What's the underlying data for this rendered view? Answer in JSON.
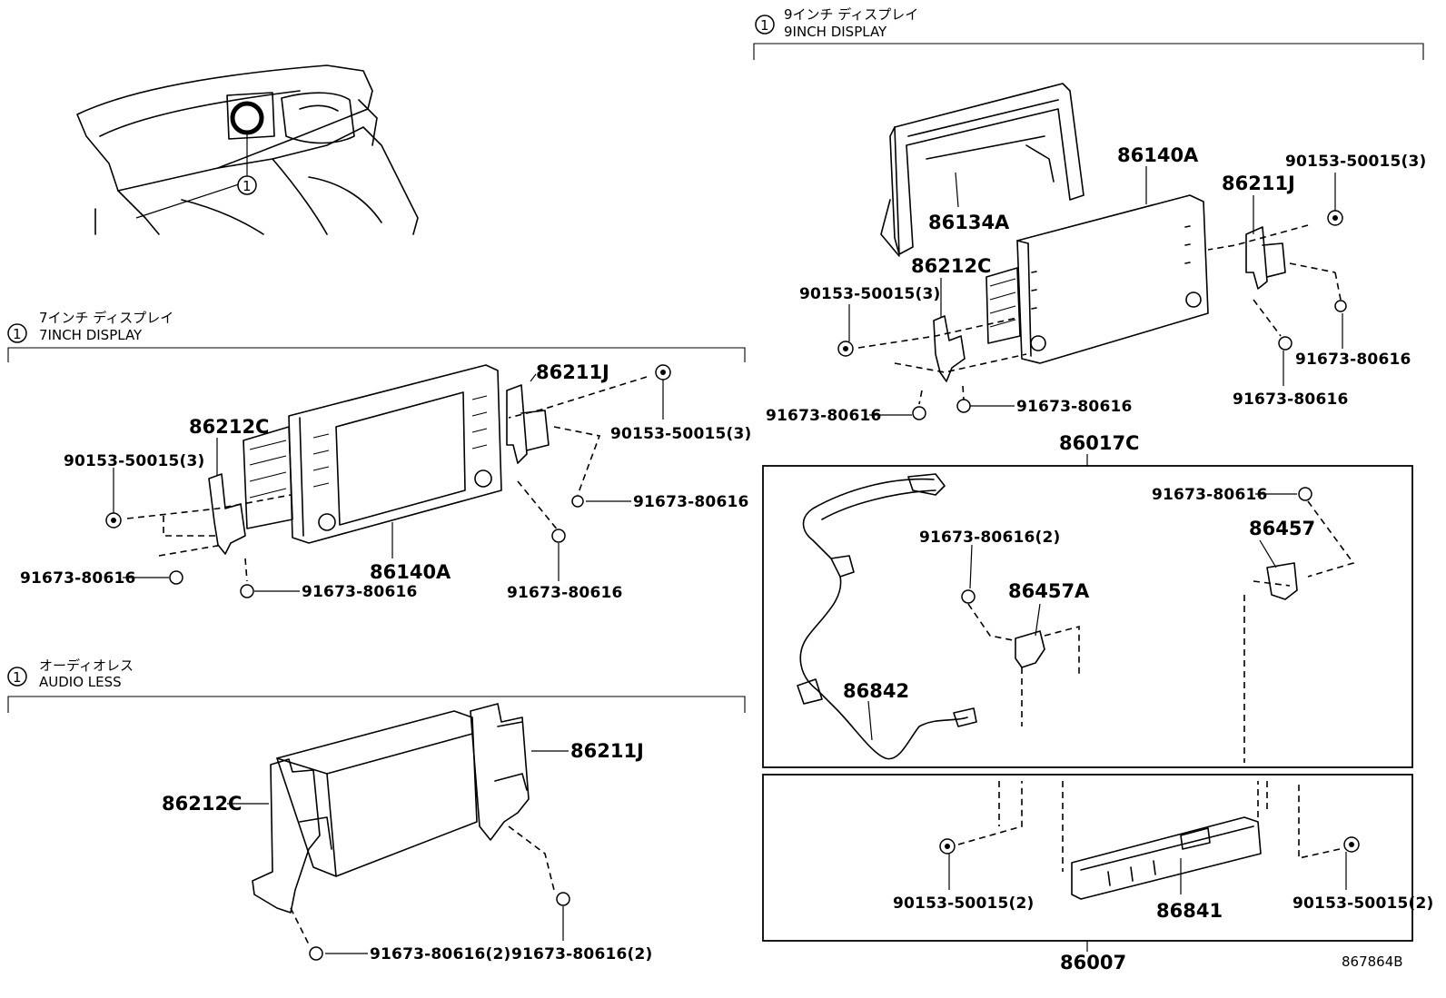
{
  "sections": {
    "display9": {
      "marker": "1",
      "title_ja": "9インチ ディスプレイ",
      "title_en": "9INCH DISPLAY"
    },
    "display7": {
      "marker": "1",
      "title_ja": "7インチ ディスプレイ",
      "title_en": "7INCH DISPLAY"
    },
    "audioless": {
      "marker": "1",
      "title_ja": "オーディオレス",
      "title_en": "AUDIO LESS"
    }
  },
  "overview": {
    "marker": "1"
  },
  "parts": {
    "d9": {
      "p86140A": "86140A",
      "p86134A": "86134A",
      "p86211J": "86211J",
      "p86212C": "86212C",
      "bolt_tr": "90153-50015(3)",
      "bolt_l": "90153-50015(3)",
      "screw_r1": "91673-80616",
      "screw_r2": "91673-80616",
      "screw_bl": "91673-80616",
      "screw_bm": "91673-80616"
    },
    "d7": {
      "p86212C": "86212C",
      "p86211J": "86211J",
      "p86140A": "86140A",
      "bolt_r": "90153-50015(3)",
      "bolt_l": "90153-50015(3)",
      "screw_r": "91673-80616",
      "screw_rb": "91673-80616",
      "screw_l": "91673-80616",
      "screw_b": "91673-80616"
    },
    "al": {
      "p86211J": "86211J",
      "p86212C": "86212C",
      "screw_b": "91673-80616(2)",
      "screw_r": "91673-80616(2)"
    },
    "kit": {
      "p86017C": "86017C",
      "p86842": "86842",
      "p86457A": "86457A",
      "p86457": "86457",
      "screw_2": "91673-80616(2)",
      "screw_1": "91673-80616"
    },
    "box2": {
      "p86007": "86007",
      "p86841": "86841",
      "bolt_l": "90153-50015(2)",
      "bolt_r": "90153-50015(2)"
    }
  },
  "figure_id": "867864B"
}
